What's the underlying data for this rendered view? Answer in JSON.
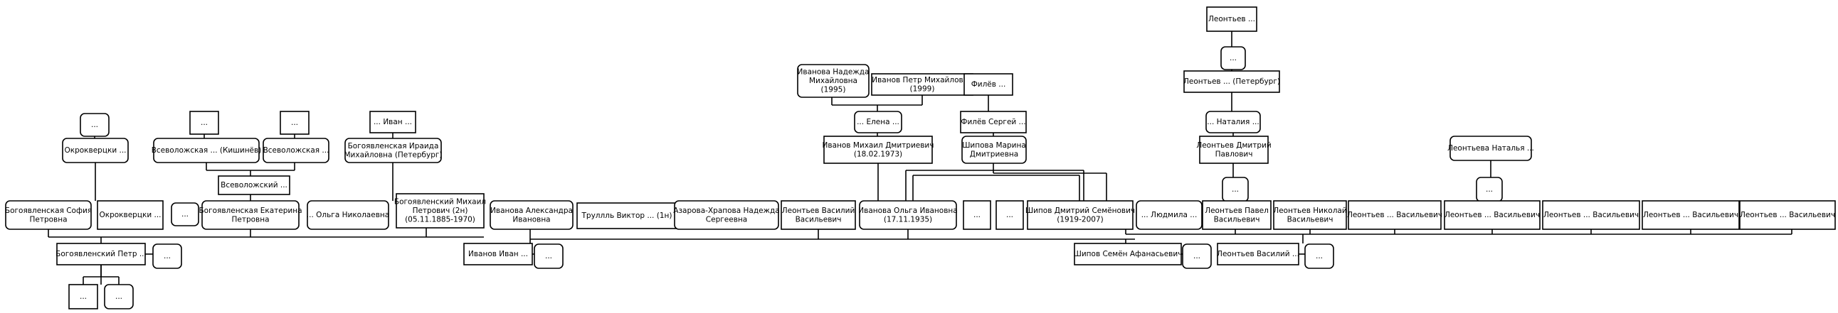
{
  "people": [
    {
      "id": "n01",
      "lines": [
        "Леонтьев ..."
      ],
      "shape": "rect"
    },
    {
      "id": "n02",
      "lines": [
        "..."
      ],
      "shape": "rounded"
    },
    {
      "id": "n03",
      "lines": [
        "Леонтьев ... (Петербург)"
      ],
      "shape": "rect"
    },
    {
      "id": "n04",
      "lines": [
        "Иванова Надежда",
        "Михайловна",
        "(1995)"
      ],
      "shape": "rounded"
    },
    {
      "id": "n05",
      "lines": [
        "Иванов Петр Михайлович",
        "(1999)"
      ],
      "shape": "rect"
    },
    {
      "id": "n06",
      "lines": [
        "Филёв ..."
      ],
      "shape": "rect"
    },
    {
      "id": "n07",
      "lines": [
        "..."
      ],
      "shape": "rounded"
    },
    {
      "id": "n08",
      "lines": [
        "..."
      ],
      "shape": "rect"
    },
    {
      "id": "n09",
      "lines": [
        "..."
      ],
      "shape": "rect"
    },
    {
      "id": "n10",
      "lines": [
        "... Иван ..."
      ],
      "shape": "rect"
    },
    {
      "id": "n11",
      "lines": [
        "... Елена ..."
      ],
      "shape": "rounded"
    },
    {
      "id": "n12",
      "lines": [
        "Филёв Сергей ..."
      ],
      "shape": "rect"
    },
    {
      "id": "n13",
      "lines": [
        "... Наталия ..."
      ],
      "shape": "rounded"
    },
    {
      "id": "n14",
      "lines": [
        "Окрокверцки ..."
      ],
      "shape": "rounded"
    },
    {
      "id": "n15",
      "lines": [
        "Всеволожская ... (Кишинёв)"
      ],
      "shape": "rounded"
    },
    {
      "id": "n16",
      "lines": [
        "Всеволожская ..."
      ],
      "shape": "rounded"
    },
    {
      "id": "n17",
      "lines": [
        "Богоявленская Ираида",
        "Михайловна (Петербург)"
      ],
      "shape": "rounded"
    },
    {
      "id": "n18",
      "lines": [
        "Иванов Михаил Дмитриевич",
        "(18.02.1973)"
      ],
      "shape": "rect"
    },
    {
      "id": "n19",
      "lines": [
        "Шипова Марина",
        "Дмитриевна"
      ],
      "shape": "rounded"
    },
    {
      "id": "n20",
      "lines": [
        "Леонтьев Дмитрий",
        "Павлович"
      ],
      "shape": "rect"
    },
    {
      "id": "n21",
      "lines": [
        "Леонтьева Наталья ..."
      ],
      "shape": "rounded"
    },
    {
      "id": "n22",
      "lines": [
        "Всеволожский ..."
      ],
      "shape": "rect"
    },
    {
      "id": "n23",
      "lines": [
        "..."
      ],
      "shape": "rounded"
    },
    {
      "id": "n24",
      "lines": [
        "..."
      ],
      "shape": "rounded"
    },
    {
      "id": "n25",
      "lines": [
        "Богоявленская София",
        "Петровна"
      ],
      "shape": "rounded"
    },
    {
      "id": "n26",
      "lines": [
        "Окрокверцки ..."
      ],
      "shape": "rect"
    },
    {
      "id": "n27",
      "lines": [
        "..."
      ],
      "shape": "rounded"
    },
    {
      "id": "n28",
      "lines": [
        "Богоявленская Екатерина",
        "Петровна"
      ],
      "shape": "rounded"
    },
    {
      "id": "n29",
      "lines": [
        "... Ольга Николаевна"
      ],
      "shape": "rounded"
    },
    {
      "id": "n30",
      "lines": [
        "Богоявленский Михаил",
        "Петрович (2н)",
        "(05.11.1885-1970)"
      ],
      "shape": "rect"
    },
    {
      "id": "n31",
      "lines": [
        "Иванова Александра",
        "Ивановна"
      ],
      "shape": "rounded"
    },
    {
      "id": "n32",
      "lines": [
        "Труллль Виктор ... (1н)"
      ],
      "shape": "rect"
    },
    {
      "id": "n33",
      "lines": [
        "Азарова-Храпова Надежда",
        "Сергеевна"
      ],
      "shape": "rounded"
    },
    {
      "id": "n34",
      "lines": [
        "Леонтьев Василий",
        "Васильевич"
      ],
      "shape": "rect"
    },
    {
      "id": "n35",
      "lines": [
        "Иванова Ольга Ивановна",
        "(17.11.1935)"
      ],
      "shape": "rounded"
    },
    {
      "id": "n36",
      "lines": [
        "..."
      ],
      "shape": "rect"
    },
    {
      "id": "n37",
      "lines": [
        "..."
      ],
      "shape": "rect"
    },
    {
      "id": "n38",
      "lines": [
        "Шипов Дмитрий Семёнович",
        "(1919-2007)"
      ],
      "shape": "rect"
    },
    {
      "id": "n39",
      "lines": [
        "... Людмила ..."
      ],
      "shape": "rounded"
    },
    {
      "id": "n40",
      "lines": [
        "Леонтьев Павел",
        "Васильевич"
      ],
      "shape": "rect"
    },
    {
      "id": "n41",
      "lines": [
        "Леонтьев Николай",
        "Васильевич"
      ],
      "shape": "rect"
    },
    {
      "id": "n42",
      "lines": [
        "Леонтьев ... Васильевич"
      ],
      "shape": "rect"
    },
    {
      "id": "n43",
      "lines": [
        "Леонтьев ... Васильевич"
      ],
      "shape": "rect"
    },
    {
      "id": "n44",
      "lines": [
        "Леонтьев ... Васильевич"
      ],
      "shape": "rect"
    },
    {
      "id": "n45",
      "lines": [
        "Леонтьев ... Васильевич"
      ],
      "shape": "rect"
    },
    {
      "id": "n46",
      "lines": [
        "Леонтьев ... Васильевич"
      ],
      "shape": "rect"
    },
    {
      "id": "n47",
      "lines": [
        "Богоявленский Петр ..."
      ],
      "shape": "rect"
    },
    {
      "id": "n48",
      "lines": [
        "..."
      ],
      "shape": "rounded"
    },
    {
      "id": "n49",
      "lines": [
        "Иванов Иван ..."
      ],
      "shape": "rect"
    },
    {
      "id": "n50",
      "lines": [
        "..."
      ],
      "shape": "rounded"
    },
    {
      "id": "n51",
      "lines": [
        "Шипов Семён Афанасьевич"
      ],
      "shape": "rect"
    },
    {
      "id": "n52",
      "lines": [
        "..."
      ],
      "shape": "rounded"
    },
    {
      "id": "n53",
      "lines": [
        "Леонтьев Василий ..."
      ],
      "shape": "rect"
    },
    {
      "id": "n54",
      "lines": [
        "..."
      ],
      "shape": "rounded"
    },
    {
      "id": "n55",
      "lines": [
        "..."
      ],
      "shape": "rect"
    },
    {
      "id": "n56",
      "lines": [
        "..."
      ],
      "shape": "rounded"
    }
  ]
}
